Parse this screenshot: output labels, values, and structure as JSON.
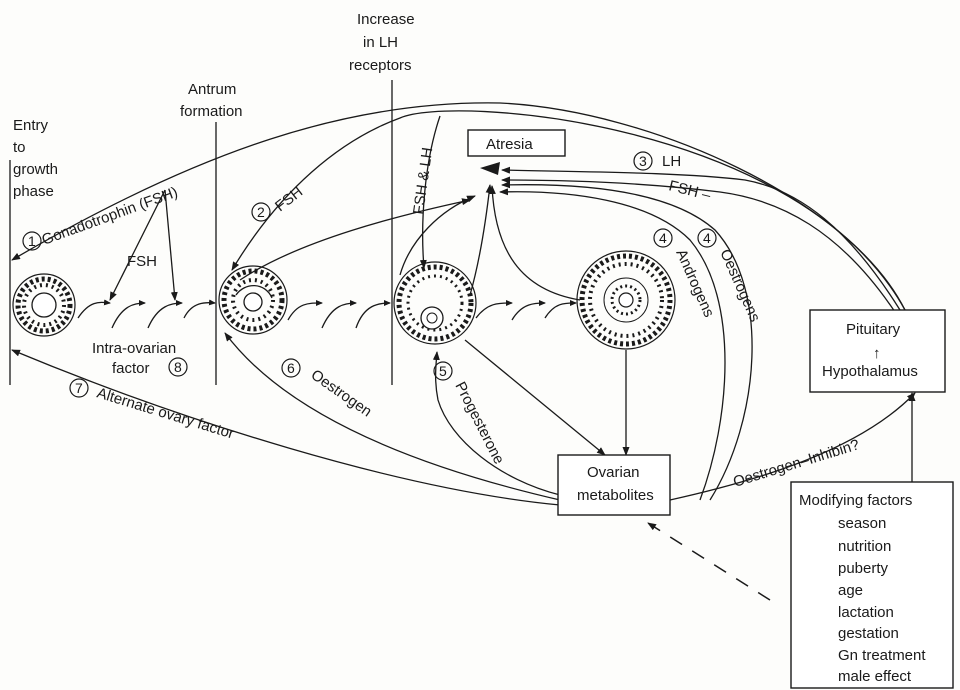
{
  "stages": [
    {
      "lines": [
        "Entry",
        "to",
        "growth",
        "phase"
      ]
    },
    {
      "lines": [
        "Antrum",
        "formation"
      ]
    },
    {
      "lines": [
        "Increase",
        "in LH",
        "receptors"
      ]
    }
  ],
  "boxes": {
    "atresia": "Atresia",
    "metabolites": [
      "Ovarian",
      "metabolites"
    ],
    "pituitary": "Pituitary",
    "up_arrow": "↑",
    "hypothalamus": "Hypothalamus"
  },
  "modifying": {
    "title": "Modifying factors",
    "items": [
      "season",
      "nutrition",
      "puberty",
      "age",
      "lactation",
      "gestation",
      "Gn treatment",
      "male effect"
    ]
  },
  "markers": [
    "1",
    "2",
    "3",
    "4",
    "4",
    "5",
    "6",
    "7",
    "8"
  ],
  "labels": {
    "gonadotrophin": "Gonadotrophin (FSH)",
    "fsh": "FSH",
    "fsh_lh": "FSH & LH",
    "lh": "LH",
    "fsh_minus": "FSH –",
    "androgens": "Androgens",
    "oestrogens": "Oestrogens",
    "progesterone": "Progesterone",
    "oestrogen": "Oestrogen",
    "alternate_ovary": "Alternate ovary factor",
    "intra_ovarian": [
      "Intra-ovarian",
      "factor"
    ],
    "oestrogen_inhibin": "Oestrogen–Inhibin?"
  }
}
